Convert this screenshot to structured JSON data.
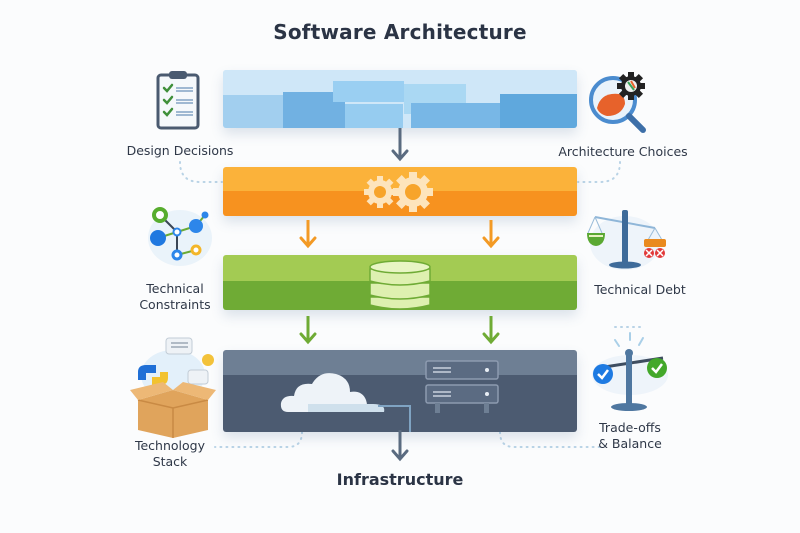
{
  "title": "Software Architecture",
  "layers": [
    {
      "name": "presentation-layer",
      "color": "#cfe7f8",
      "icon": "blocks-icon"
    },
    {
      "name": "logic-layer",
      "color": "#f7921f",
      "icon": "gears-icon"
    },
    {
      "name": "data-layer",
      "color": "#6fab35",
      "icon": "database-icon"
    },
    {
      "name": "infrastructure-layer",
      "color": "#4c5b71",
      "icon": "cloud-server-icon"
    }
  ],
  "bottom_label": "Infrastructure",
  "side_items": {
    "left": [
      {
        "label": "Design Decisions",
        "icon": "clipboard-checklist-icon"
      },
      {
        "label_line1": "Technical",
        "label_line2": "Constraints",
        "icon": "molecule-network-icon"
      },
      {
        "label_line1": "Technology",
        "label_line2": "Stack",
        "icon": "open-box-icon"
      }
    ],
    "right": [
      {
        "label": "Architecture Choices",
        "icon": "magnifier-gear-icon"
      },
      {
        "label": "Technical Debt",
        "icon": "balance-scale-icon"
      },
      {
        "label_line1": "Trade-offs",
        "label_line2": "& Balance",
        "icon": "balance-checkmarks-icon"
      }
    ]
  },
  "colors": {
    "arrow_dark": "#5a6b80",
    "arrow_orange": "#f39a25",
    "arrow_green": "#6fab35",
    "dotted": "#b9d3e6"
  }
}
